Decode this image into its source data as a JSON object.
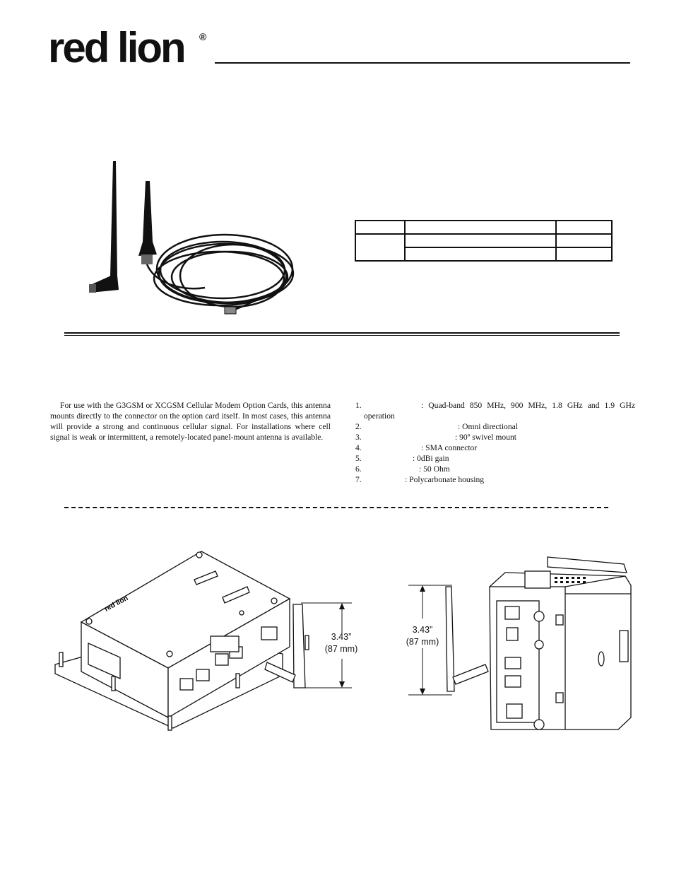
{
  "logo": {
    "text": "red lion",
    "registered": "®"
  },
  "parts_table": {
    "rows": [
      [
        "",
        "",
        ""
      ],
      [
        "",
        "",
        ""
      ],
      [
        "",
        "",
        ""
      ]
    ]
  },
  "description": "For use with the G3GSM or XCGSM Cellular Modem Option Cards, this antenna mounts directly to the connector on the option card itself. In most cases, this antenna will provide a strong and continuous cellular signal. For installations where cell signal is weak or intermittent, a remotely-located panel-mount antenna is available.",
  "specifications": [
    {
      "num": "1.",
      "value": ": Quad-band 850 MHz, 900 MHz, 1.8 GHz and 1.9 GHz",
      "cont": "operation"
    },
    {
      "num": "2.",
      "value": ": Omni directional"
    },
    {
      "num": "3.",
      "value": ": 90º swivel mount"
    },
    {
      "num": "4.",
      "value": ": SMA connector"
    },
    {
      "num": "5.",
      "value": ": 0dBi gain"
    },
    {
      "num": "6.",
      "value": ": 50 Ohm"
    },
    {
      "num": "7.",
      "value": ": Polycarbonate housing"
    }
  ],
  "dimensions": {
    "left": {
      "inches": "3.43”",
      "mm": "(87 mm)"
    },
    "right": {
      "inches": "3.43”",
      "mm": "(87 mm)"
    }
  }
}
